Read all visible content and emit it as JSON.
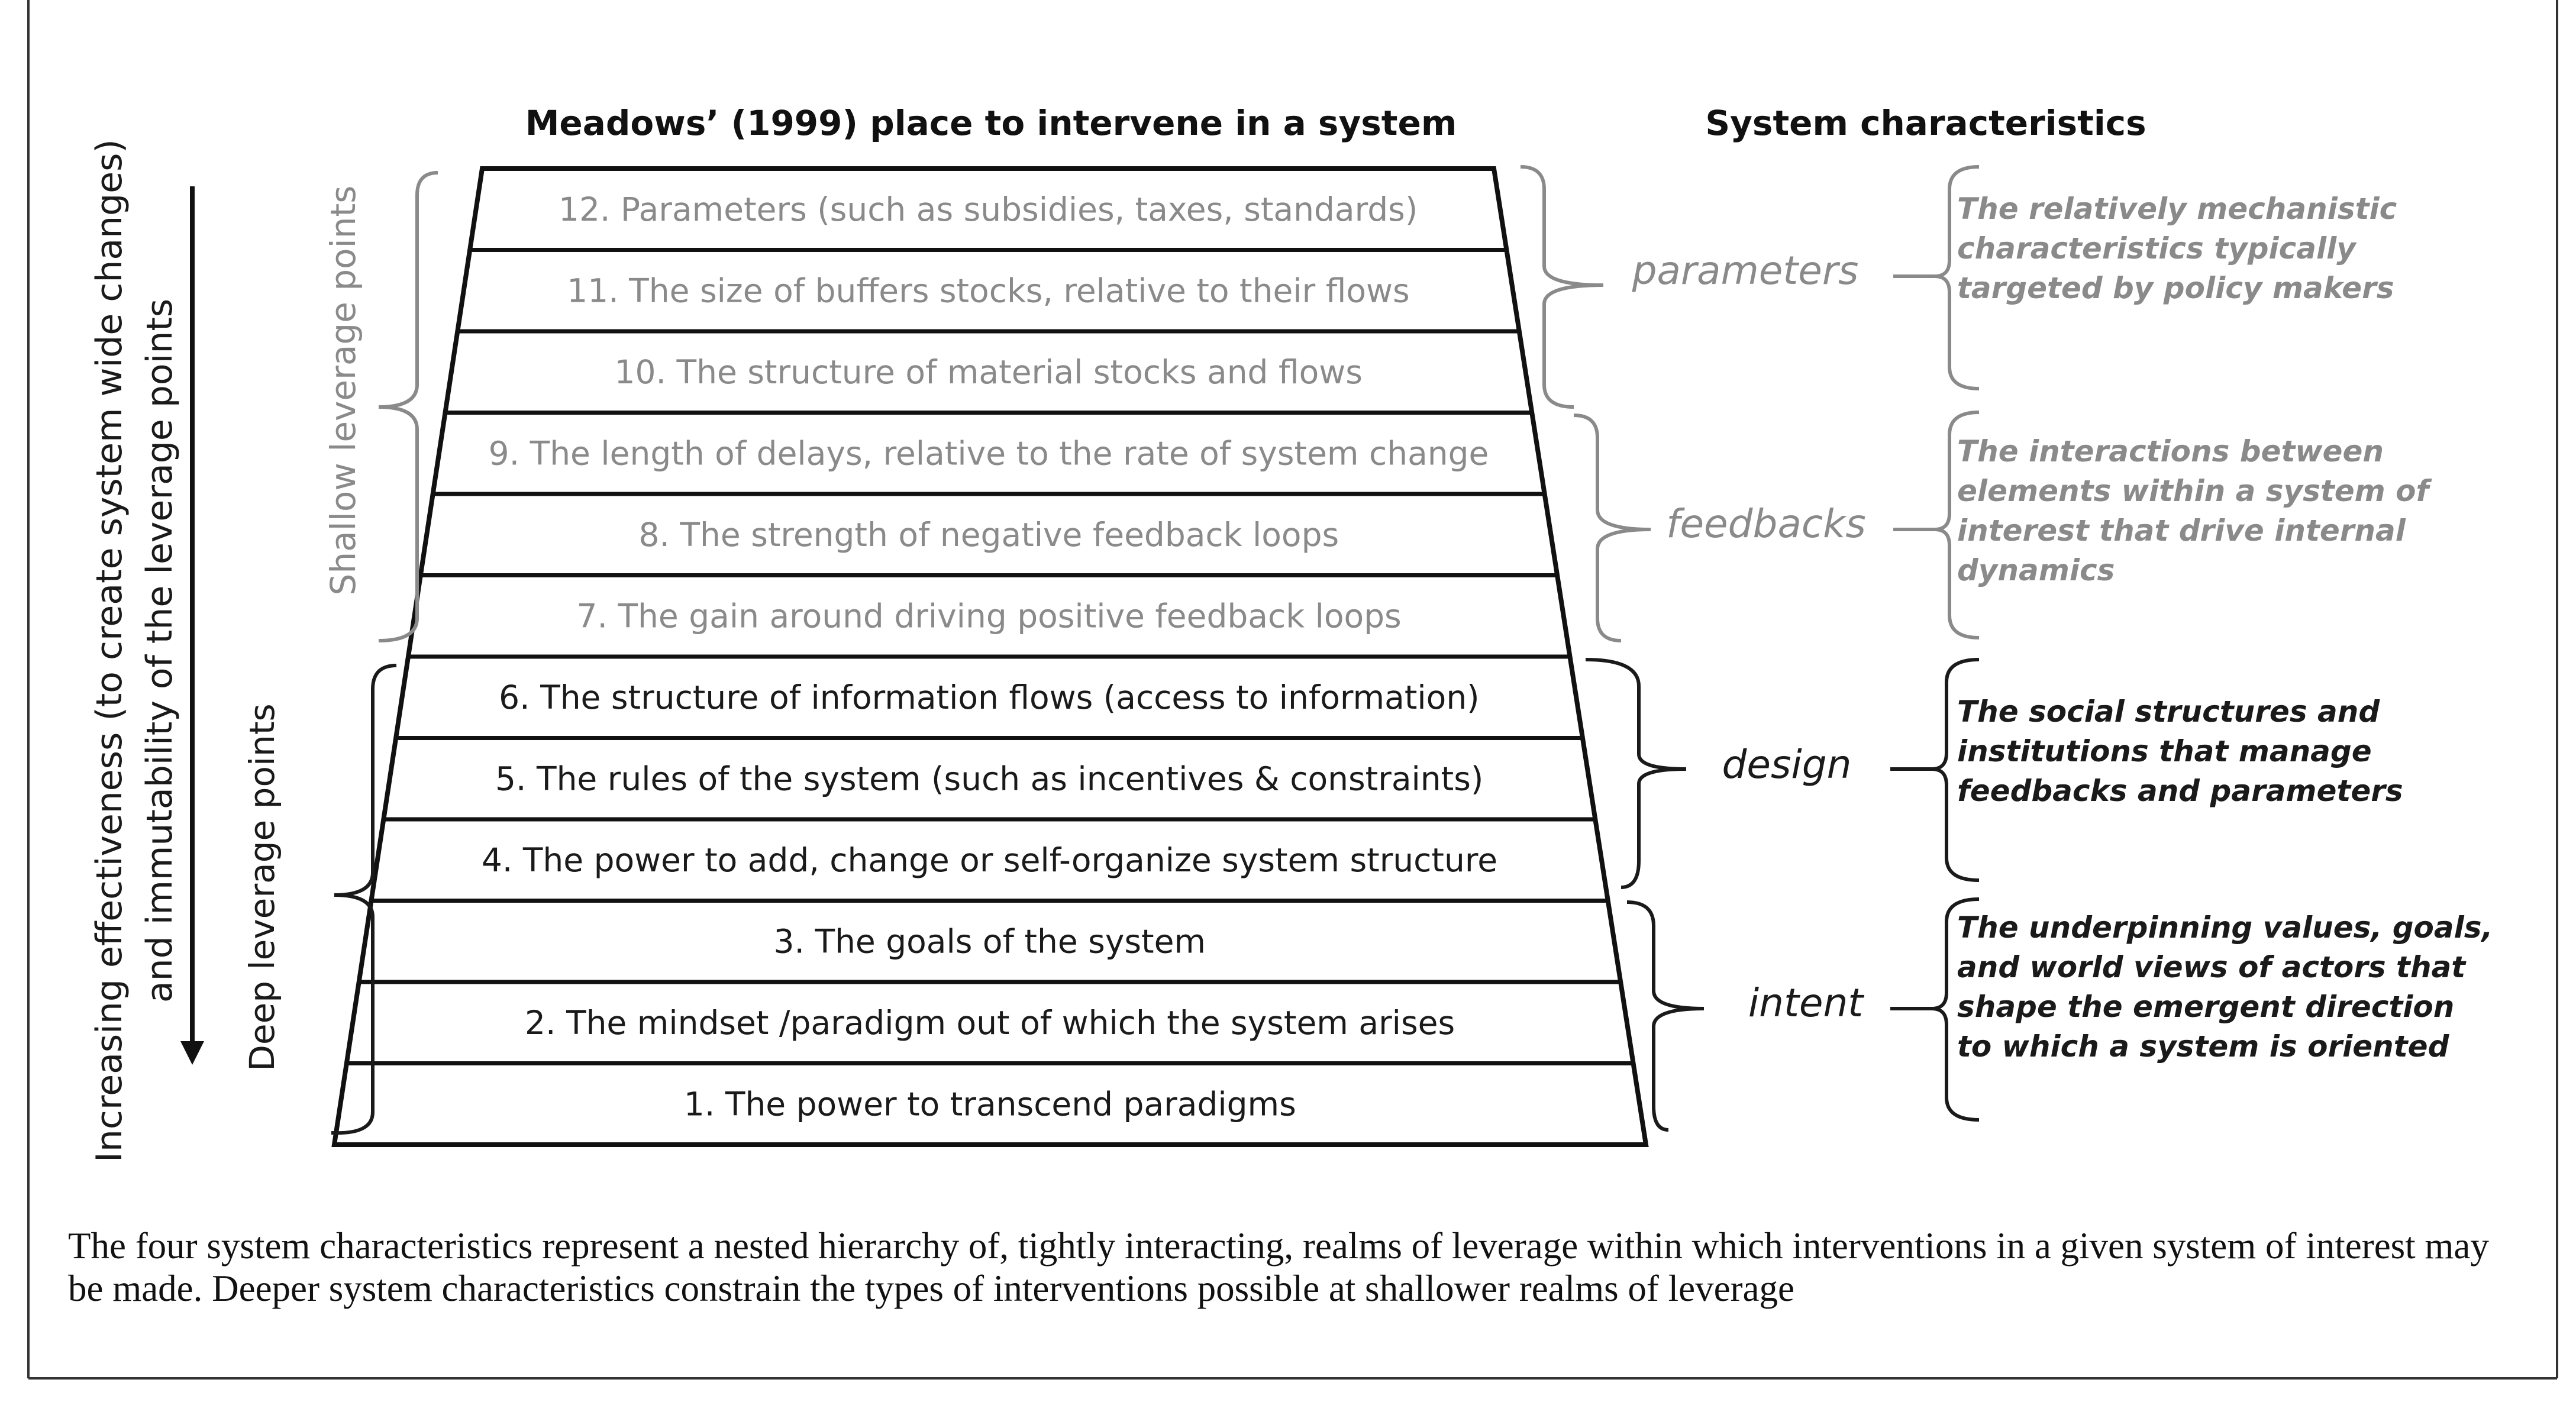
{
  "headings": {
    "left": "Meadows’ (1999) place to intervene in a system",
    "right": "System characteristics"
  },
  "levers": [
    {
      "label": "12. Parameters (such as subsidies, taxes, standards)",
      "tone": "light"
    },
    {
      "label": "11. The size of buffers stocks, relative to their flows",
      "tone": "light"
    },
    {
      "label": "10. The structure of material stocks and flows",
      "tone": "light"
    },
    {
      "label": "9. The length of delays, relative to the rate of system change",
      "tone": "light"
    },
    {
      "label": "8. The strength of negative feedback loops",
      "tone": "light"
    },
    {
      "label": "7. The gain around driving positive feedback loops",
      "tone": "light"
    },
    {
      "label": "6. The structure of information flows (access to information)",
      "tone": "dark"
    },
    {
      "label": "5. The rules of the system (such as incentives & constraints)",
      "tone": "dark"
    },
    {
      "label": "4. The power to add, change or self-organize system structure",
      "tone": "dark"
    },
    {
      "label": "3. The goals of the system",
      "tone": "dark"
    },
    {
      "label": "2. The mindset /paradigm out of which the system arises",
      "tone": "dark"
    },
    {
      "label": "1. The power to transcend paradigms",
      "tone": "dark"
    }
  ],
  "realms": [
    {
      "name": "parameters",
      "tone": "light",
      "description": [
        "The relatively mechanistic",
        "characteristics typically",
        "targeted by policy makers"
      ]
    },
    {
      "name": "feedbacks",
      "tone": "light",
      "description": [
        "The interactions between",
        "elements within a system of",
        "interest that drive internal",
        "dynamics"
      ]
    },
    {
      "name": "design",
      "tone": "dark",
      "description": [
        "The social structures and",
        "institutions that manage",
        "feedbacks and parameters"
      ]
    },
    {
      "name": "intent",
      "tone": "dark",
      "description": [
        "The underpinning values, goals,",
        "and world views of actors that",
        "shape the emergent direction",
        "to which a system is oriented"
      ]
    }
  ],
  "leverage_groups": {
    "shallow": "Shallow leverage points",
    "deep": "Deep leverage points"
  },
  "axis": {
    "line1": "Increasing effectiveness  (to create system wide changes)",
    "line2": "and immutability of the leverage points"
  },
  "caption": "The four system characteristics represent a nested hierarchy of, tightly interacting, realms of leverage within which interventions in a given system of interest may be made. Deeper system characteristics constrain the types of interventions possible at shallower realms of leverage",
  "colors": {
    "dark": "#1a1a1a",
    "light": "#8a8a8a"
  }
}
